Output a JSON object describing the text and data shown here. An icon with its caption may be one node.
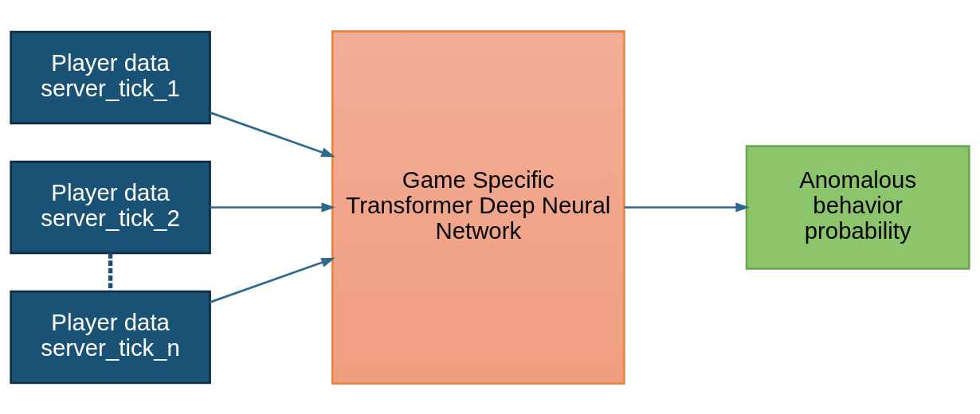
{
  "diagram": {
    "nodes": [
      {
        "text": [
          "Player data",
          "server_tick_1"
        ]
      },
      {
        "text": [
          "Player data",
          "server_tick_2"
        ]
      },
      {
        "text": [
          "Player data",
          "server_tick_n"
        ]
      },
      {
        "text": [
          "Game Specific Transformer Deep Neural Network"
        ]
      },
      {
        "text": [
          "Anomalous behavior probability"
        ]
      }
    ],
    "edges": [
      {
        "from": 0,
        "to": 3,
        "arrow": "to"
      },
      {
        "from": 1,
        "to": 3,
        "arrow": "to"
      },
      {
        "from": 2,
        "to": 3,
        "arrow": "to"
      },
      {
        "from": 3,
        "to": 4,
        "arrow": "to"
      },
      {
        "from": 1,
        "to": 2,
        "arrow": "none",
        "style": "dashed",
        "color": "#1a4f72"
      }
    ]
  }
}
